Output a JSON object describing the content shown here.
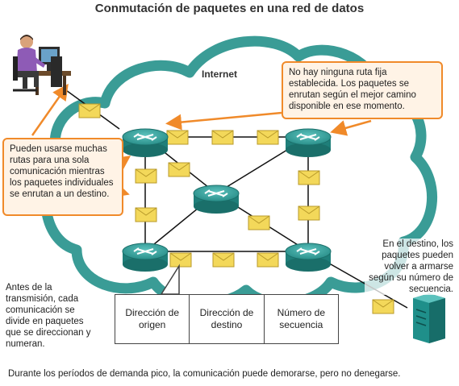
{
  "title": "Conmutación de paquetes en una red de datos",
  "cloud_label": "Internet",
  "callouts": {
    "left": "Pueden usarse muchas rutas para una sola comunicación mientras los paquetes individuales se enrutan a un destino.",
    "top": "No hay ninguna ruta fija establecida. Los paquetes se enrutan según el mejor camino disponible en ese momento."
  },
  "annotations": {
    "destination": "En el destino, los paquetes pueden volver a armarse según su número de secuencia.",
    "source": "Antes de la transmisión, cada comunicación se divide en paquetes que se direccionan y numeran."
  },
  "packet_header": {
    "fields": [
      "Dirección de origen",
      "Dirección de destino",
      "Número de secuencia"
    ]
  },
  "footer": "Durante los períodos de demanda pico, la comunicación puede demorarse, pero no denegarse.",
  "colors": {
    "cloud": "#3a9c96",
    "router": "#1f7f7a",
    "packet": "#f3d85a",
    "callout_border": "#f08a2a",
    "callout_fill": "#fff3e6",
    "arrow": "#f08a2a"
  }
}
